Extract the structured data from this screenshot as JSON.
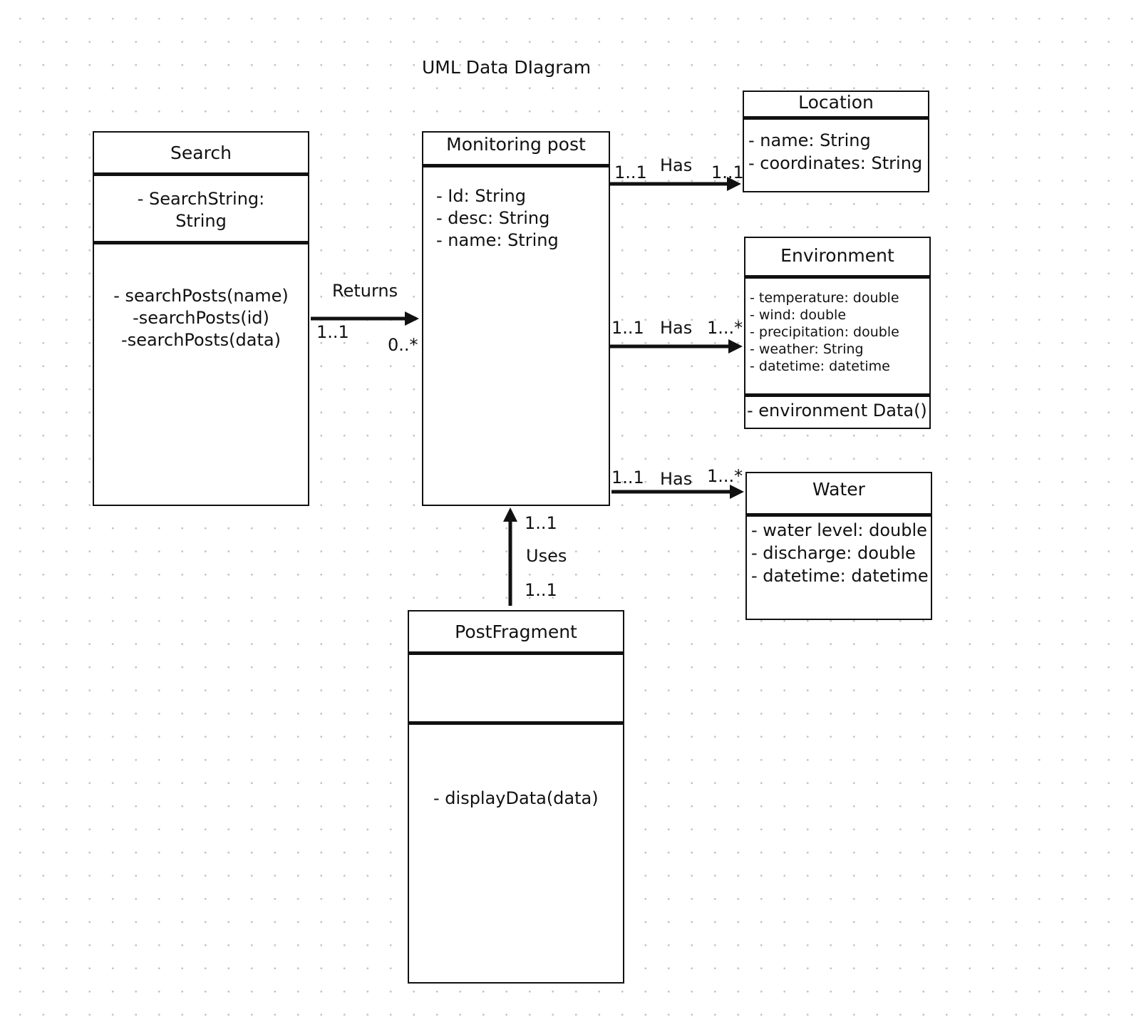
{
  "title": "UML Data DIagram",
  "classes": {
    "search": {
      "name": "Search",
      "attributes": [
        "- SearchString:",
        "String"
      ],
      "methods": [
        "- searchPosts(name)",
        "-searchPosts(id)",
        "-searchPosts(data)"
      ]
    },
    "monitoring_post": {
      "name": "Monitoring post",
      "attributes": [
        "- Id: String",
        "- desc: String",
        "- name: String"
      ]
    },
    "location": {
      "name": "Location",
      "attributes": [
        "- name: String",
        "- coordinates: String"
      ]
    },
    "environment": {
      "name": "Environment",
      "attributes": [
        "- temperature: double",
        "- wind: double",
        "- precipitation: double",
        "- weather: String",
        "- datetime: datetime"
      ],
      "methods": [
        "- environment Data()"
      ]
    },
    "water": {
      "name": "Water",
      "attributes": [
        "- water level: double",
        "- discharge: double",
        "- datetime: datetime"
      ]
    },
    "post_fragment": {
      "name": "PostFragment",
      "attributes": [],
      "methods": [
        "- displayData(data)"
      ]
    }
  },
  "relations": {
    "returns": {
      "label": "Returns",
      "from_mult": "1..1",
      "to_mult": "0..*"
    },
    "has_location": {
      "label": "Has",
      "from_mult": "1..1",
      "to_mult": "1..1"
    },
    "has_environment": {
      "label": "Has",
      "from_mult": "1..1",
      "to_mult": "1...*"
    },
    "has_water": {
      "label": "Has",
      "from_mult": "1..1",
      "to_mult": "1...*"
    },
    "uses": {
      "label": "Uses",
      "from_mult": "1..1",
      "to_mult": "1..1"
    }
  }
}
